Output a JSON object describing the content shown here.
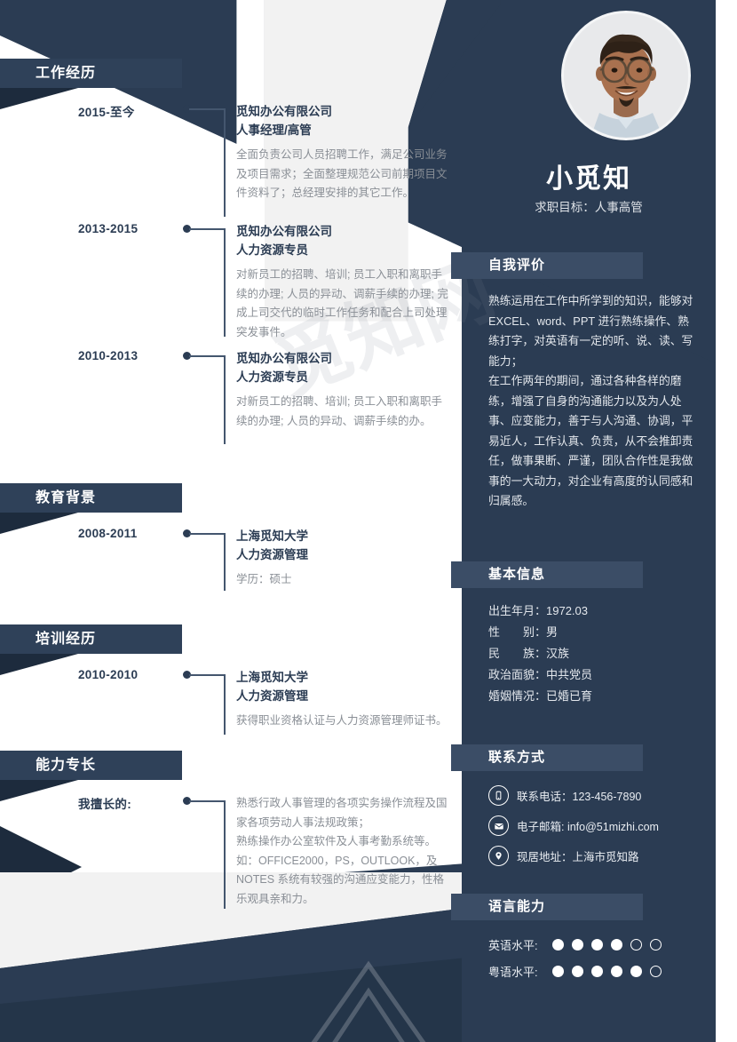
{
  "colors": {
    "navy": "#2b3c53",
    "navy_dark": "#1d2b3d",
    "band": "#2f4159",
    "band_right": "#3b4d66",
    "slab": "#f2f2f2",
    "muted_text": "#8a8f96",
    "light_text": "#e3e7ec"
  },
  "profile": {
    "name": "小觅知",
    "objective": "求职目标：人事高管",
    "photo_alt": "portrait-photo"
  },
  "left_sections": [
    {
      "id": "work-experience",
      "title": "工作经历",
      "entries": [
        {
          "date": "2015-至今",
          "org": "觅知办公有限公司",
          "role": "人事经理/高管",
          "desc": "全面负责公司人员招聘工作，满足公司业务及项目需求；全面整理规范公司前期项目文件资料了；总经理安排的其它工作。"
        },
        {
          "date": "2013-2015",
          "org": "觅知办公有限公司",
          "role": "人力资源专员",
          "desc": "对新员工的招聘、培训; 员工入职和离职手续的办理; 人员的异动、调薪手续的办理; 完成上司交代的临时工作任务和配合上司处理突发事件。"
        },
        {
          "date": "2010-2013",
          "org": "觅知办公有限公司",
          "role": "人力资源专员",
          "desc": "对新员工的招聘、培训; 员工入职和离职手续的办理; 人员的异动、调薪手续的办。"
        }
      ]
    },
    {
      "id": "education",
      "title": "教育背景",
      "entries": [
        {
          "date": "2008-2011",
          "org": "上海觅知大学",
          "role": "人力资源管理",
          "desc": "学历：硕士"
        }
      ]
    },
    {
      "id": "training",
      "title": "培训经历",
      "entries": [
        {
          "date": "2010-2010",
          "org": "上海觅知大学",
          "role": "人力资源管理",
          "desc": "获得职业资格认证与人力资源管理师证书。"
        }
      ]
    },
    {
      "id": "skills",
      "title": "能力专长",
      "entries": [
        {
          "date": "我擅长的:",
          "org": "",
          "role": "",
          "desc": "熟悉行政人事管理的各项实务操作流程及国家各项劳动人事法规政策；\n熟练操作办公室软件及人事考勤系统等。如：OFFICE2000，PS，OUTLOOK，及 NOTES 系统有较强的沟通应变能力，性格乐观具亲和力。"
        }
      ]
    }
  ],
  "right_sections": {
    "self_evaluation": {
      "title": "自我评价",
      "text": "熟练运用在工作中所学到的知识，能够对 EXCEL、word、PPT 进行熟练操作、熟练打字，对英语有一定的听、说、读、写能力；\n在工作两年的期间，通过各种各样的磨练，增强了自身的沟通能力以及为人处事、应变能力，善于与人沟通、协调，平易近人，工作认真、负责，从不会推卸责任，做事果断、严谨，团队合作性是我做事的一大动力，对企业有高度的认同感和归属感。"
    },
    "basic_info": {
      "title": "基本信息",
      "rows": [
        "出生年月：1972.03",
        "性　　别：男",
        "民　　族：汉族",
        "政治面貌：中共党员",
        "婚姻情况：已婚已育"
      ]
    },
    "contact": {
      "title": "联系方式",
      "items": [
        {
          "icon": "phone-icon",
          "text": "联系电话：123-456-7890"
        },
        {
          "icon": "email-icon",
          "text": "电子邮箱: info@51mizhi.com"
        },
        {
          "icon": "location-icon",
          "text": "现居地址：上海市觅知路"
        }
      ]
    },
    "language": {
      "title": "语言能力",
      "items": [
        {
          "label": "英语水平:",
          "filled": 4,
          "total": 6
        },
        {
          "label": "粤语水平:",
          "filled": 5,
          "total": 6
        }
      ]
    }
  }
}
